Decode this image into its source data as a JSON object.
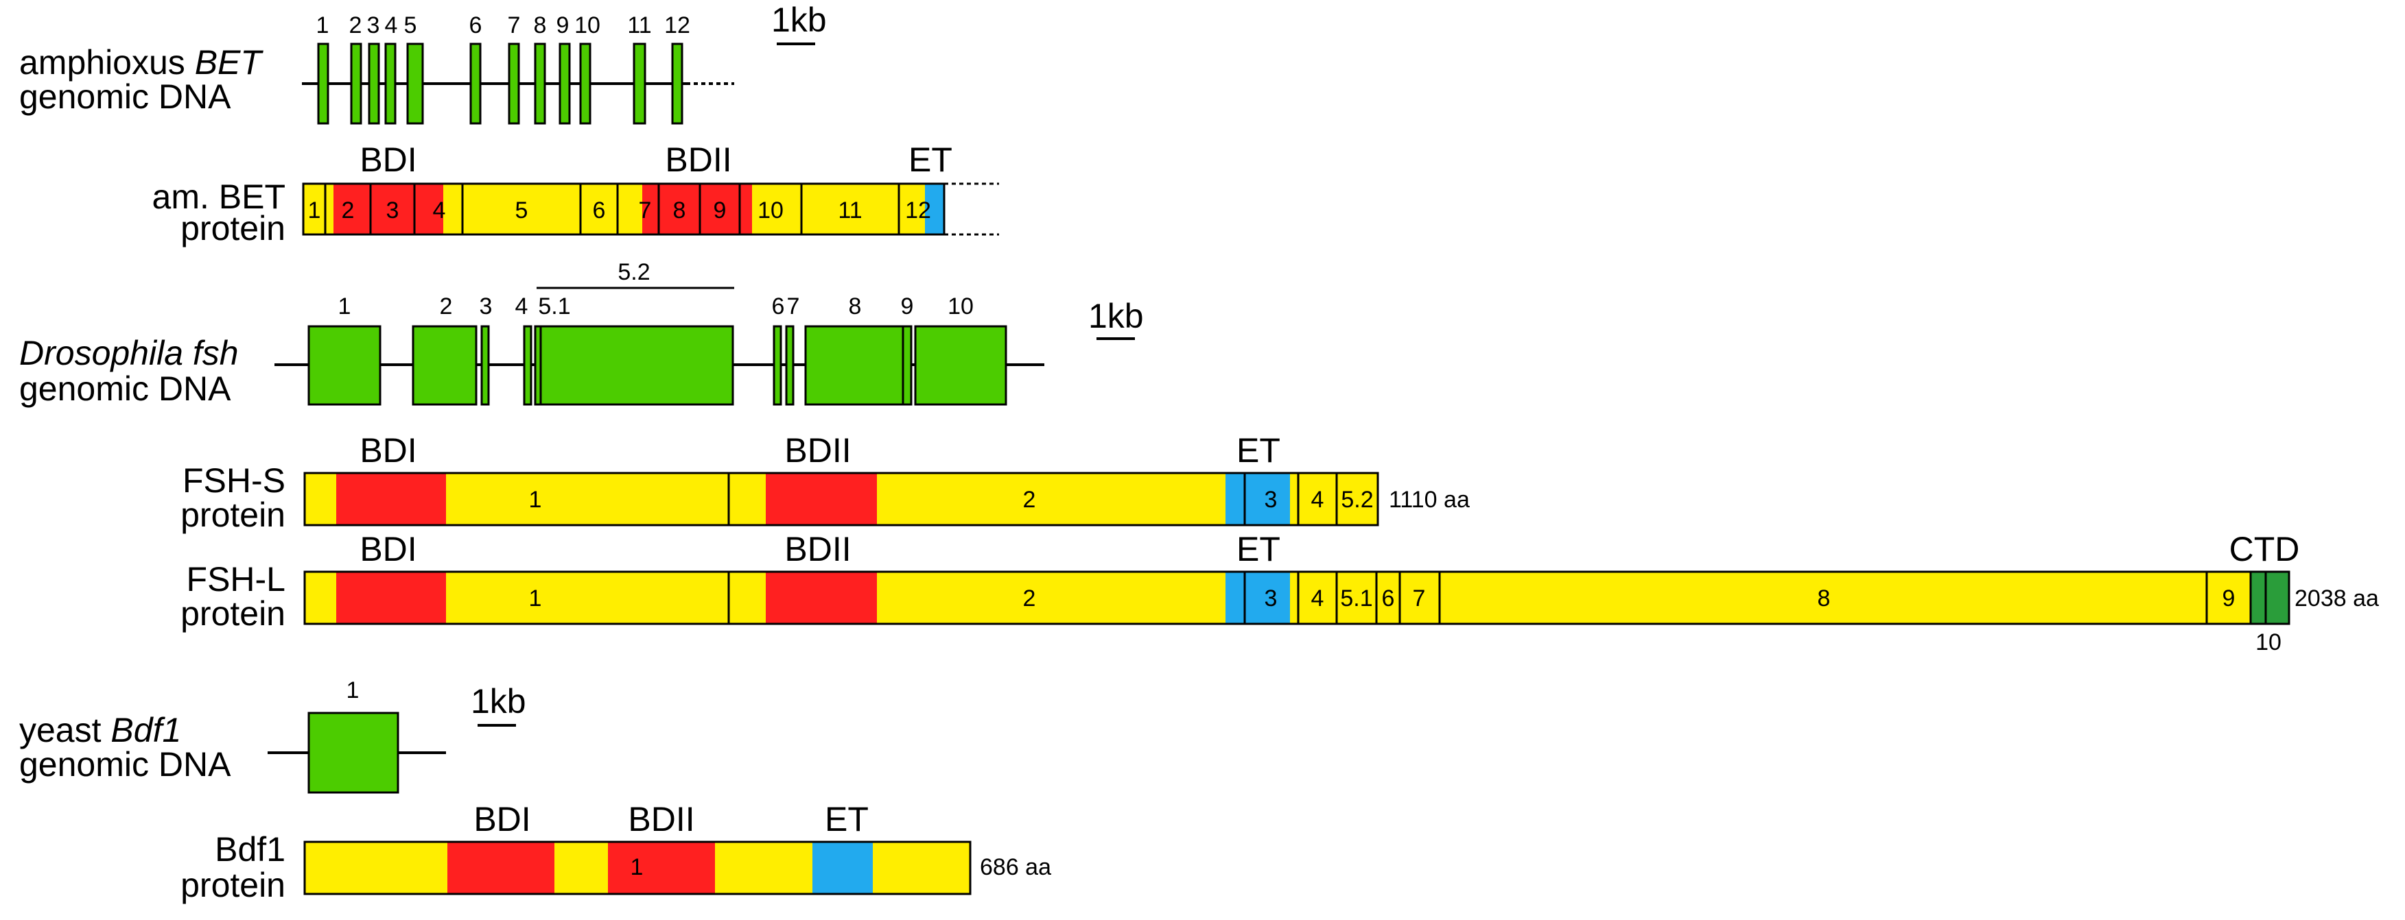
{
  "colors": {
    "exon": "#4ccc00",
    "yellow": "#ffee00",
    "red": "#ff2020",
    "blue": "#22aaee",
    "green": "#2a9d3a",
    "line": "#000000"
  },
  "amphioxus": {
    "genomic": {
      "label_line1": "amphioxus ",
      "label_gene": "BET",
      "label_line2": "genomic DNA",
      "exon_numbers": [
        "1",
        "2",
        "3",
        "4",
        "5",
        "6",
        "7",
        "8",
        "9",
        "10",
        "11",
        "12"
      ],
      "scale": "1kb"
    },
    "protein": {
      "label_line1": "am. BET",
      "label_line2": "protein",
      "domains": [
        "BDI",
        "BDII",
        "ET"
      ],
      "exon_labels": [
        "1",
        "2",
        "3",
        "4",
        "5",
        "6",
        "7",
        "8",
        "9",
        "10",
        "11",
        "12"
      ]
    }
  },
  "drosophila": {
    "genomic": {
      "label_gene": "Drosophila fsh",
      "label_line2": "genomic DNA",
      "exon_numbers": [
        "1",
        "2",
        "3",
        "4",
        "5.1",
        "5.2",
        "6",
        "7",
        "8",
        "9",
        "10"
      ],
      "scale": "1kb"
    },
    "fsh_s": {
      "label_line1": "FSH-S",
      "label_line2": "protein",
      "domains": [
        "BDI",
        "BDII",
        "ET"
      ],
      "exon_labels": [
        "1",
        "2",
        "3",
        "4",
        "5.2"
      ],
      "length": "1110 aa"
    },
    "fsh_l": {
      "label_line1": "FSH-L",
      "label_line2": "protein",
      "domains": [
        "BDI",
        "BDII",
        "ET",
        "CTD"
      ],
      "exon_labels": [
        "1",
        "2",
        "3",
        "4",
        "5.1",
        "6",
        "7",
        "8",
        "9",
        "10"
      ],
      "length": "2038 aa"
    }
  },
  "yeast": {
    "genomic": {
      "label_line1": "yeast ",
      "label_gene": "Bdf1",
      "label_line2": "genomic DNA",
      "exon_numbers": [
        "1"
      ],
      "scale": "1kb"
    },
    "protein": {
      "label_line1": "Bdf1",
      "label_line2": "protein",
      "domains": [
        "BDI",
        "BDII",
        "ET"
      ],
      "exon_labels": [
        "1"
      ],
      "length": "686 aa"
    }
  }
}
